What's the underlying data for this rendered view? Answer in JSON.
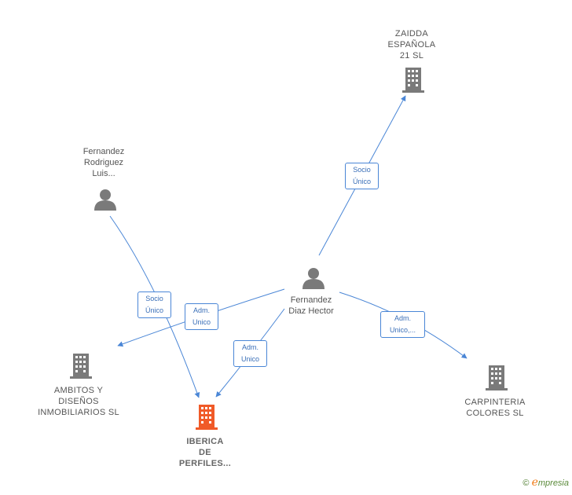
{
  "nodes": {
    "zaidda": {
      "lines": [
        "ZAIDDA",
        "ESPAÑOLA",
        "21 SL"
      ]
    },
    "fernandez_rodriguez": {
      "lines": [
        "Fernandez",
        "Rodriguez",
        "Luis..."
      ]
    },
    "fernandez_diaz": {
      "lines": [
        "Fernandez",
        "Diaz Hector"
      ]
    },
    "ambitos": {
      "lines": [
        "AMBITOS Y",
        "DISEÑOS",
        "INMOBILIARIOS SL"
      ]
    },
    "iberica": {
      "lines": [
        "IBERICA",
        "DE",
        "PERFILES..."
      ]
    },
    "carpinteria": {
      "lines": [
        "CARPINTERIA",
        "COLORES SL"
      ]
    }
  },
  "edges": [
    {
      "label": [
        "Socio",
        "Único"
      ]
    },
    {
      "label": [
        "Socio",
        "Único"
      ]
    },
    {
      "label": [
        "Adm.",
        "Unico"
      ]
    },
    {
      "label": [
        "Adm.",
        "Unico"
      ]
    },
    {
      "label": [
        "Adm.",
        "Unico,..."
      ]
    }
  ],
  "colors": {
    "line": "#4a86d6",
    "icon": "#7a7a7a",
    "focus_icon": "#f05a28"
  },
  "footer": {
    "copyright": "©",
    "brand_initial": "e",
    "brand_rest": "mpresia"
  }
}
